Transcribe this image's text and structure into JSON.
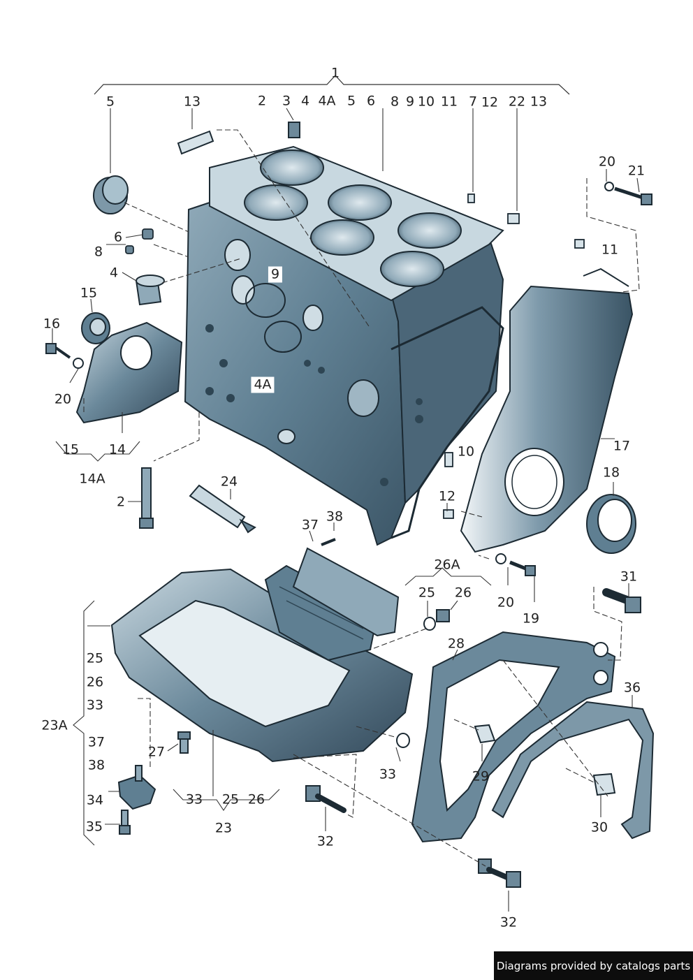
{
  "callouts": [
    {
      "id": "c1",
      "text": "1"
    },
    {
      "id": "c5a",
      "text": "5"
    },
    {
      "id": "c13a",
      "text": "13"
    },
    {
      "id": "c2a",
      "text": "2"
    },
    {
      "id": "c3",
      "text": "3"
    },
    {
      "id": "c4a",
      "text": "4"
    },
    {
      "id": "c4Aa",
      "text": "4A"
    },
    {
      "id": "c5b",
      "text": "5"
    },
    {
      "id": "c6a",
      "text": "6"
    },
    {
      "id": "c8a",
      "text": "8"
    },
    {
      "id": "c9a",
      "text": "9"
    },
    {
      "id": "c10a",
      "text": "10"
    },
    {
      "id": "c11a",
      "text": "11"
    },
    {
      "id": "c7",
      "text": "7"
    },
    {
      "id": "c12a",
      "text": "12"
    },
    {
      "id": "c22",
      "text": "22"
    },
    {
      "id": "c13b",
      "text": "13"
    },
    {
      "id": "c20a",
      "text": "20"
    },
    {
      "id": "c21",
      "text": "21"
    },
    {
      "id": "c6b",
      "text": "6"
    },
    {
      "id": "c8b",
      "text": "8"
    },
    {
      "id": "c11b",
      "text": "11"
    },
    {
      "id": "c4b",
      "text": "4"
    },
    {
      "id": "c9b",
      "text": "9"
    },
    {
      "id": "c15a",
      "text": "15"
    },
    {
      "id": "c16",
      "text": "16"
    },
    {
      "id": "c4Ab",
      "text": "4A"
    },
    {
      "id": "c20b",
      "text": "20"
    },
    {
      "id": "c15b",
      "text": "15"
    },
    {
      "id": "c14",
      "text": "14"
    },
    {
      "id": "c14A",
      "text": "14A"
    },
    {
      "id": "c17",
      "text": "17"
    },
    {
      "id": "c10b",
      "text": "10"
    },
    {
      "id": "c18",
      "text": "18"
    },
    {
      "id": "c24",
      "text": "24"
    },
    {
      "id": "c2b",
      "text": "2"
    },
    {
      "id": "c12b",
      "text": "12"
    },
    {
      "id": "c37a",
      "text": "37"
    },
    {
      "id": "c38a",
      "text": "38"
    },
    {
      "id": "c26A",
      "text": "26A"
    },
    {
      "id": "c20c",
      "text": "20"
    },
    {
      "id": "c19",
      "text": "19"
    },
    {
      "id": "c31",
      "text": "31"
    },
    {
      "id": "c25a",
      "text": "25"
    },
    {
      "id": "c26a",
      "text": "26"
    },
    {
      "id": "c28",
      "text": "28"
    },
    {
      "id": "c25b",
      "text": "25"
    },
    {
      "id": "c26b",
      "text": "26"
    },
    {
      "id": "c33a",
      "text": "33"
    },
    {
      "id": "c23A",
      "text": "23A"
    },
    {
      "id": "c37b",
      "text": "37"
    },
    {
      "id": "c38b",
      "text": "38"
    },
    {
      "id": "c34",
      "text": "34"
    },
    {
      "id": "c35",
      "text": "35"
    },
    {
      "id": "c27",
      "text": "27"
    },
    {
      "id": "c33b",
      "text": "33"
    },
    {
      "id": "c25c",
      "text": "25"
    },
    {
      "id": "c26c",
      "text": "26"
    },
    {
      "id": "c23",
      "text": "23"
    },
    {
      "id": "c33c",
      "text": "33"
    },
    {
      "id": "c32a",
      "text": "32"
    },
    {
      "id": "c29",
      "text": "29"
    },
    {
      "id": "c36",
      "text": "36"
    },
    {
      "id": "c30",
      "text": "30"
    },
    {
      "id": "c32b",
      "text": "32"
    }
  ],
  "footer": {
    "text": "Diagrams provided by catalogs parts"
  },
  "colors": {
    "part_fill": "#5f7f92",
    "part_light": "#a9c1cd",
    "part_dark": "#2e4553",
    "outline": "#1c2a33",
    "line": "#333333"
  }
}
